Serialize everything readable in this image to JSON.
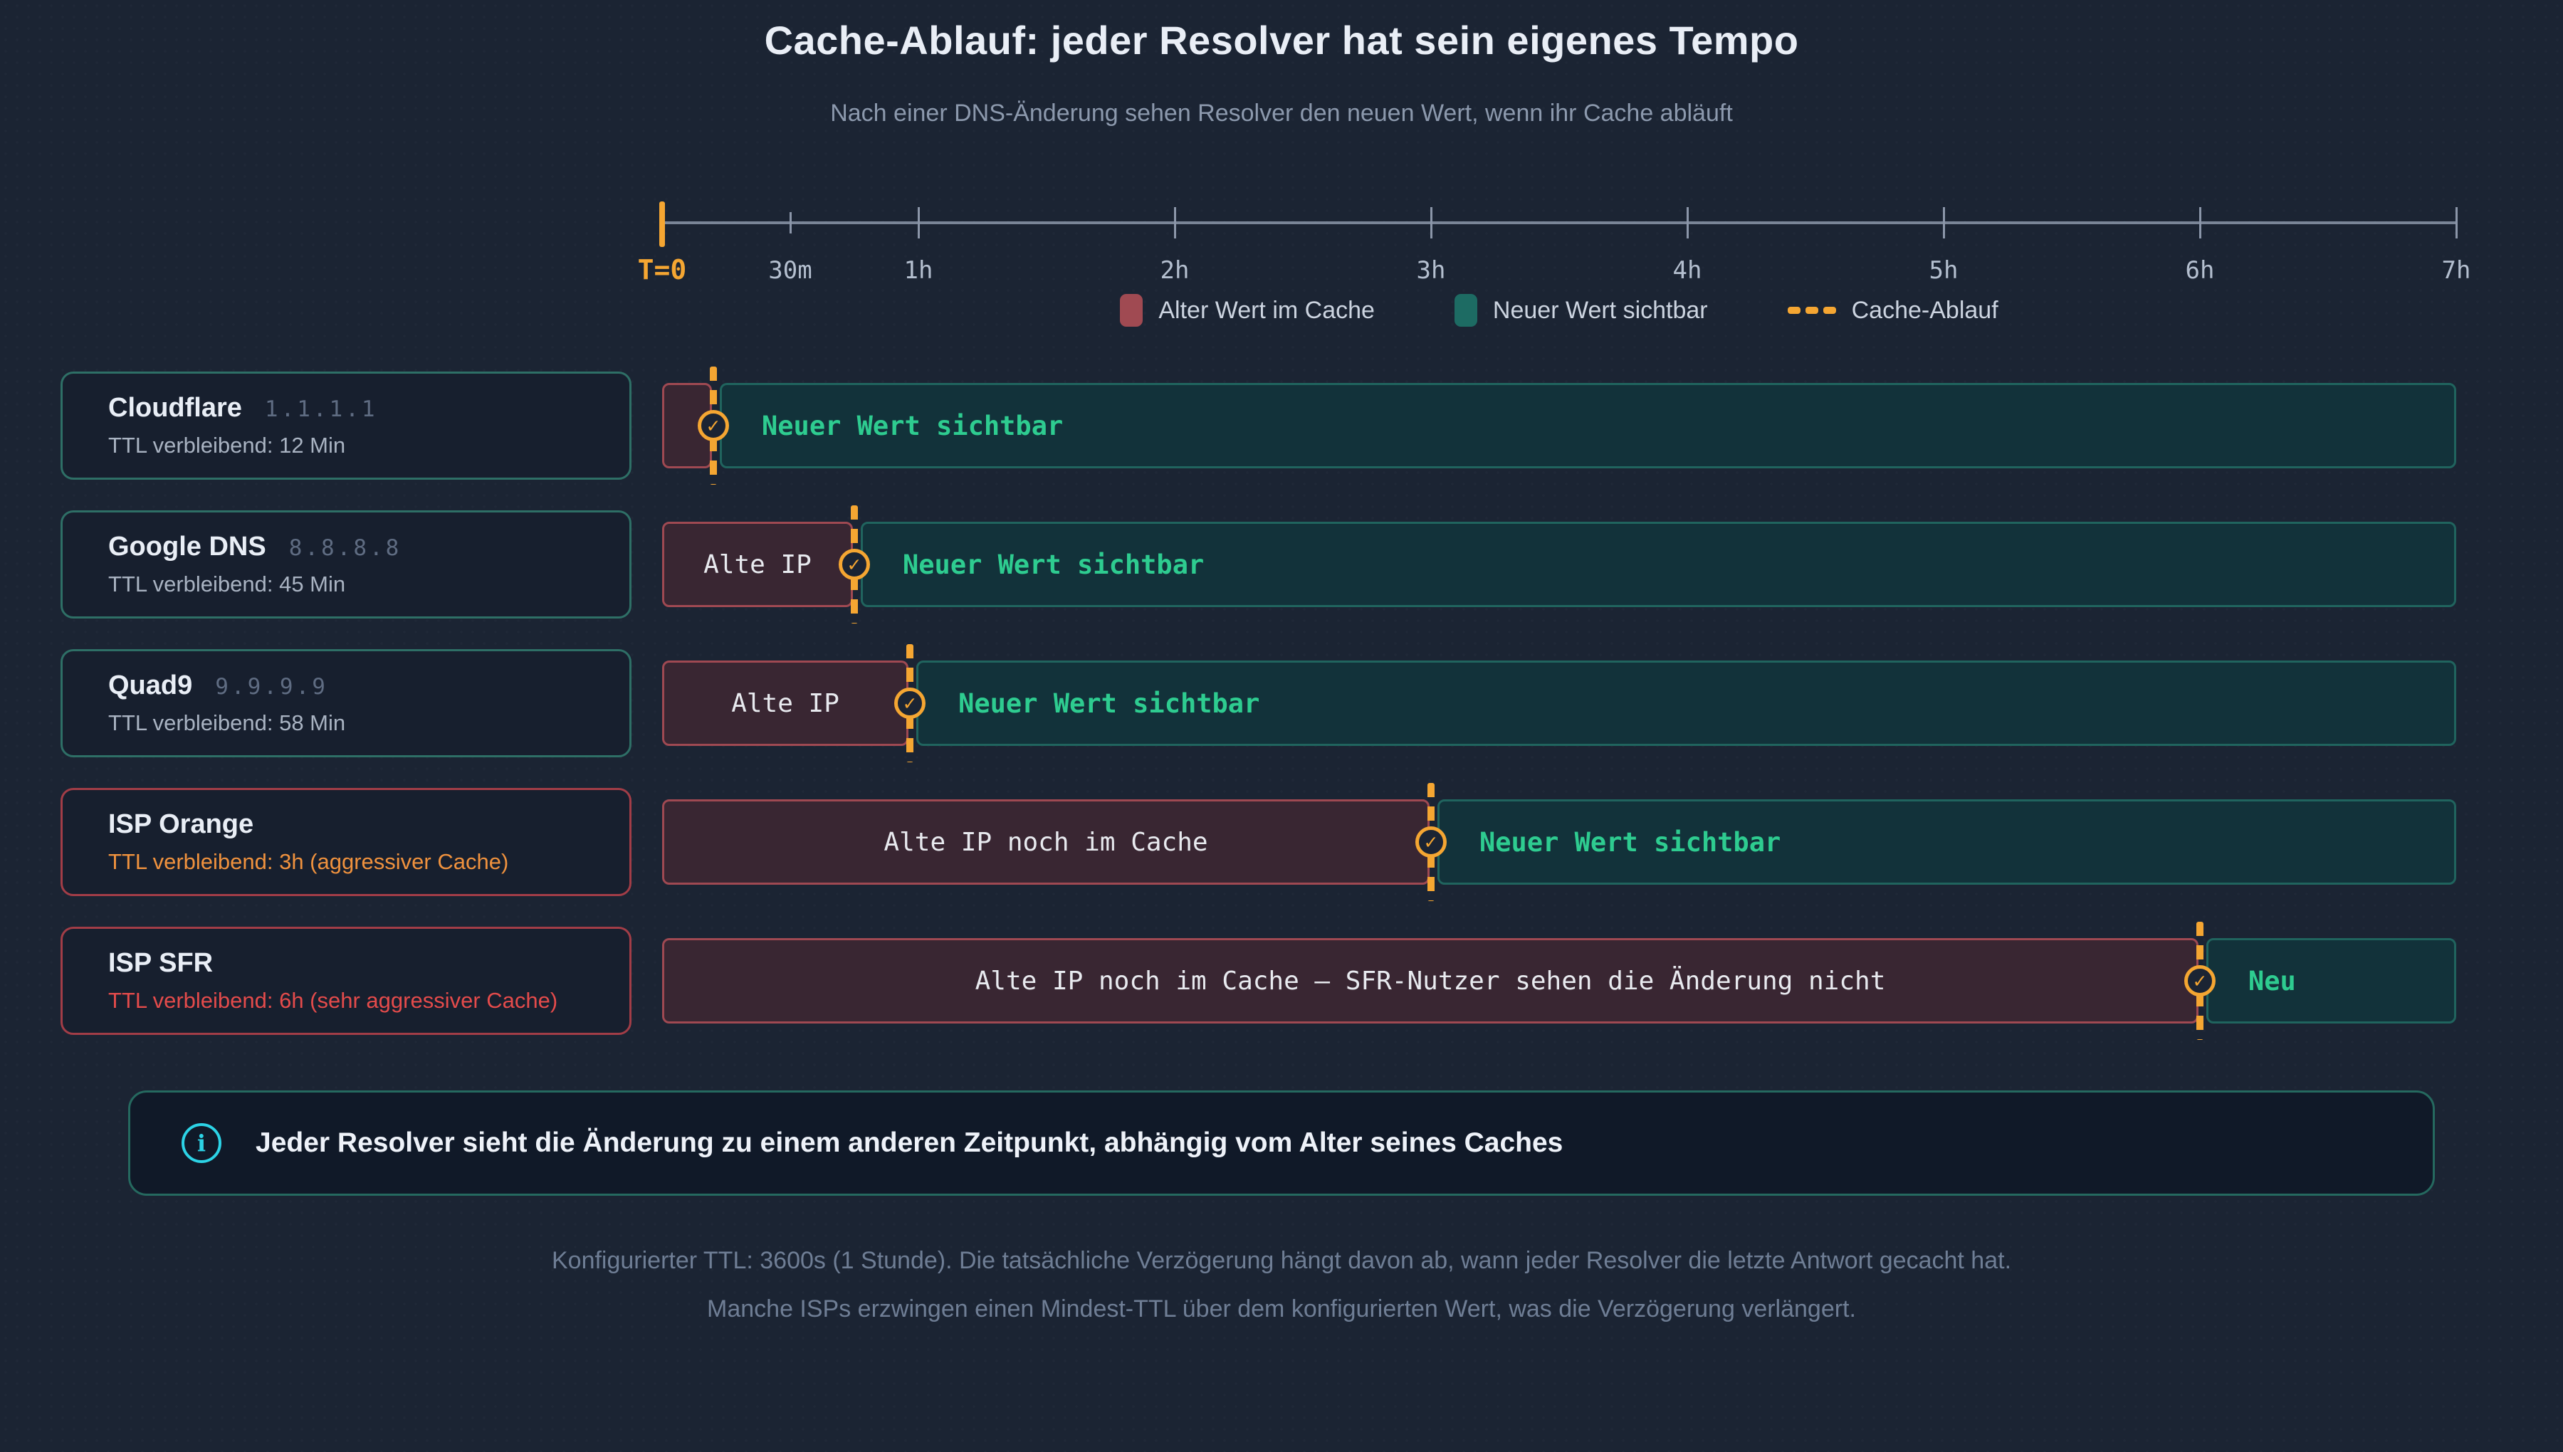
{
  "header": {
    "title": "Cache-Ablauf: jeder Resolver hat sein eigenes Tempo",
    "subtitle": "Nach einer DNS-Änderung sehen Resolver den neuen Wert, wenn ihr Cache abläuft"
  },
  "info": {
    "icon": "info-icon",
    "icon_glyph": "i",
    "text": "Jeder Resolver sieht die Änderung zu einem anderen Zeitpunkt, abhängig vom Alter seines Caches"
  },
  "footer": {
    "line1": "Konfigurierter TTL: 3600s (1 Stunde). Die tatsächliche Verzögerung hängt davon ab, wann jeder Resolver die letzte Antwort gecacht hat.",
    "line2": "Manche ISPs erzwingen einen Mindest-TTL über dem konfigurierten Wert, was die Verzögerung verlängert."
  },
  "chart_data": {
    "type": "bar",
    "variant": "horizontal-timeline-gantt",
    "title": "Cache-Ablauf: jeder Resolver hat sein eigenes Tempo",
    "subtitle": "Nach einer DNS-Änderung sehen Resolver den neuen Wert, wenn ihr Cache abläuft",
    "x_axis": {
      "unit": "hours",
      "range": [
        0,
        7
      ],
      "ticks": [
        {
          "label": "T=0",
          "hours": 0,
          "kind": "origin"
        },
        {
          "label": "30m",
          "hours": 0.5,
          "kind": "minor"
        },
        {
          "label": "1h",
          "hours": 1,
          "kind": "hour"
        },
        {
          "label": "2h",
          "hours": 2,
          "kind": "hour"
        },
        {
          "label": "3h",
          "hours": 3,
          "kind": "hour"
        },
        {
          "label": "4h",
          "hours": 4,
          "kind": "hour"
        },
        {
          "label": "5h",
          "hours": 5,
          "kind": "hour"
        },
        {
          "label": "6h",
          "hours": 6,
          "kind": "hour"
        },
        {
          "label": "7h",
          "hours": 7,
          "kind": "hour"
        }
      ]
    },
    "legend": [
      {
        "label": "Alter Wert im Cache",
        "swatch": "red-square",
        "color": "#a04a52"
      },
      {
        "label": "Neuer Wert sichtbar",
        "swatch": "teal-square",
        "color": "#1d6b63"
      },
      {
        "label": "Cache-Ablauf",
        "swatch": "orange-dashes",
        "color": "#f5a632"
      }
    ],
    "resolvers": [
      {
        "name": "Cloudflare",
        "ip": "1.1.1.1",
        "ttl_label": "TTL verbleibend: 12 Min",
        "ttl_minutes": 12,
        "expiry_hours": 0.2,
        "old_bar_label": "",
        "new_bar_label": "Neuer Wert sichtbar",
        "style": "ok"
      },
      {
        "name": "Google DNS",
        "ip": "8.8.8.8",
        "ttl_label": "TTL verbleibend: 45 Min",
        "ttl_minutes": 45,
        "expiry_hours": 0.75,
        "old_bar_label": "Alte IP",
        "new_bar_label": "Neuer Wert sichtbar",
        "style": "ok"
      },
      {
        "name": "Quad9",
        "ip": "9.9.9.9",
        "ttl_label": "TTL verbleibend: 58 Min",
        "ttl_minutes": 58,
        "expiry_hours": 0.967,
        "old_bar_label": "Alte IP",
        "new_bar_label": "Neuer Wert sichtbar",
        "style": "ok"
      },
      {
        "name": "ISP Orange",
        "ip": "",
        "ttl_label": "TTL verbleibend: 3h (aggressiver Cache)",
        "ttl_minutes": 180,
        "expiry_hours": 3,
        "old_bar_label": "Alte IP noch im Cache",
        "new_bar_label": "Neuer Wert sichtbar",
        "style": "warning"
      },
      {
        "name": "ISP SFR",
        "ip": "",
        "ttl_label": "TTL verbleibend: 6h (sehr aggressiver Cache)",
        "ttl_minutes": 360,
        "expiry_hours": 6,
        "old_bar_label": "Alte IP noch im Cache — SFR-Nutzer sehen die Änderung nicht",
        "new_bar_label": "Neu",
        "style": "danger"
      }
    ],
    "colors": {
      "background": "#1b2433",
      "old_bar_fill": "#392632",
      "old_bar_border": "#9f4952",
      "new_bar_fill": "#12323a",
      "new_bar_border": "#20645e",
      "new_text": "#2ecc90",
      "expiry_orange": "#f5a632",
      "card_border_ok": "#2e6f66",
      "card_border_alert": "#a23d47",
      "ttl_warn": "#f0923e",
      "ttl_danger": "#e44b4b",
      "info_cyan": "#2cd3e6"
    },
    "check_glyph": "✓"
  }
}
